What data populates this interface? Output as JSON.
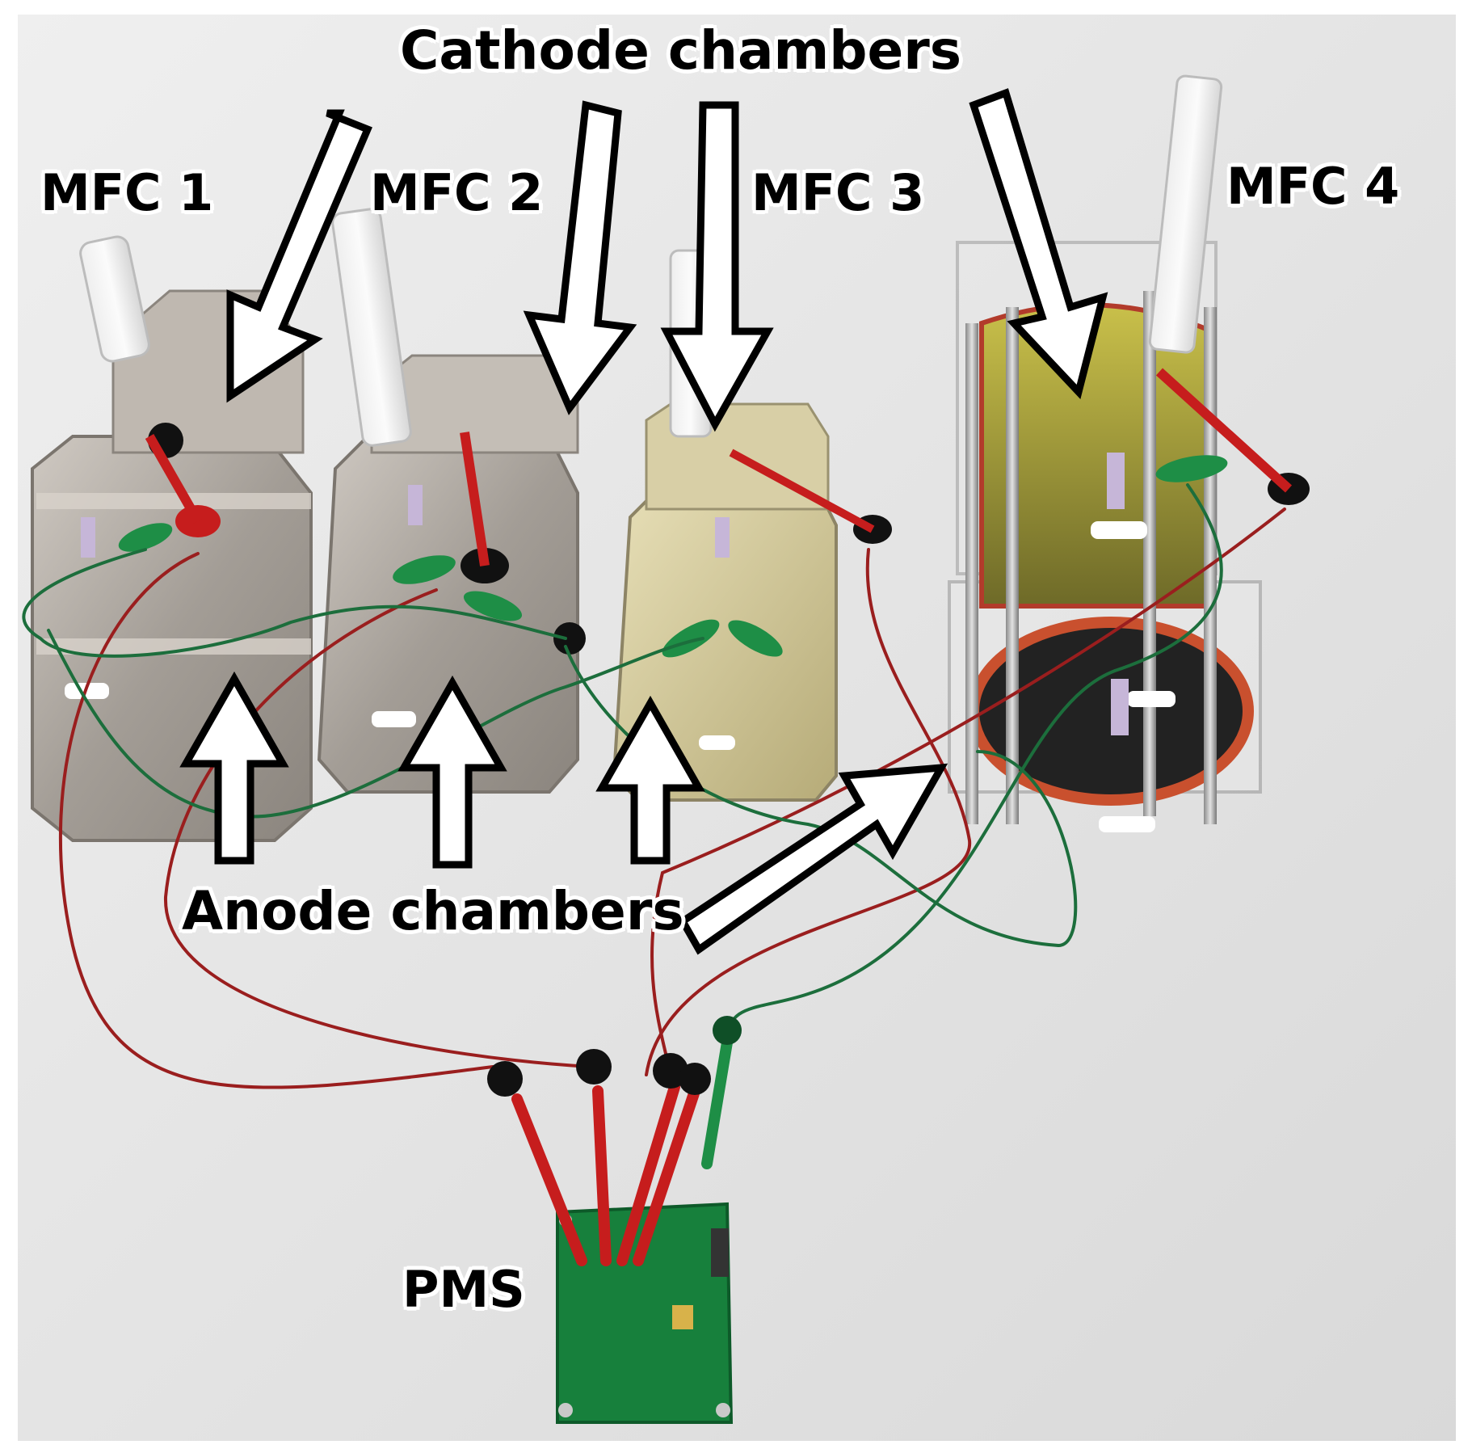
{
  "figure": {
    "labels": {
      "cathode": "Cathode chambers",
      "anode": "Anode chambers",
      "mfc1": "MFC 1",
      "mfc2": "MFC 2",
      "mfc3": "MFC 3",
      "mfc4": "MFC 4",
      "pms": "PMS"
    }
  }
}
